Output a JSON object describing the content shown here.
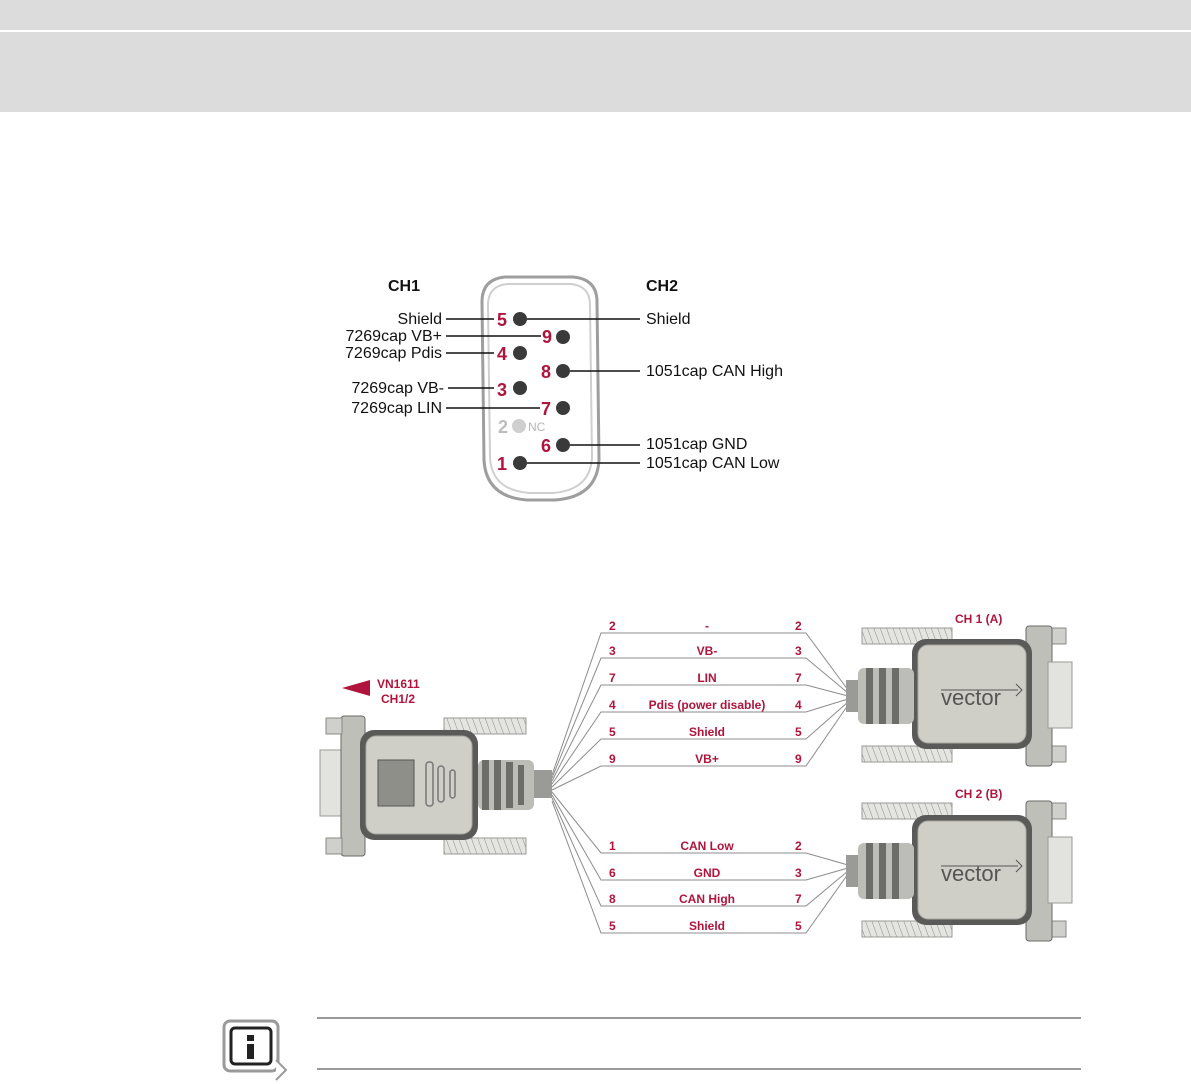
{
  "pinout": {
    "ch1_title": "CH1",
    "ch2_title": "CH2",
    "pins": [
      {
        "num": "5",
        "label": "Shield",
        "side": "left"
      },
      {
        "num": "9",
        "label": "7269cap VB+",
        "side": "left"
      },
      {
        "num": "4",
        "label": "7269cap Pdis",
        "side": "left"
      },
      {
        "num": "8",
        "label": "1051cap CAN High",
        "side": "right"
      },
      {
        "num": "3",
        "label": "7269cap VB-",
        "side": "left"
      },
      {
        "num": "7",
        "label": "7269cap LIN",
        "side": "left"
      },
      {
        "num": "2",
        "label": "NC",
        "side": "none"
      },
      {
        "num": "6",
        "label": "1051cap GND",
        "side": "right"
      },
      {
        "num": "1",
        "label": "1051cap CAN Low",
        "side": "right"
      },
      {
        "num": "5",
        "label": "Shield",
        "side": "right"
      }
    ]
  },
  "cable": {
    "source_label_line1": "VN1611",
    "source_label_line2": "CH1/2",
    "ch1_label": "CH 1 (A)",
    "ch2_label": "CH 2 (B)",
    "brand_text": "vector",
    "ch1_wires": [
      {
        "from": "2",
        "name": "-",
        "to": "2"
      },
      {
        "from": "3",
        "name": "VB-",
        "to": "3"
      },
      {
        "from": "7",
        "name": "LIN",
        "to": "7"
      },
      {
        "from": "4",
        "name": "Pdis (power disable)",
        "to": "4"
      },
      {
        "from": "5",
        "name": "Shield",
        "to": "5"
      },
      {
        "from": "9",
        "name": "VB+",
        "to": "9"
      }
    ],
    "ch2_wires": [
      {
        "from": "1",
        "name": "CAN Low",
        "to": "2"
      },
      {
        "from": "6",
        "name": "GND",
        "to": "3"
      },
      {
        "from": "8",
        "name": "CAN High",
        "to": "7"
      },
      {
        "from": "5",
        "name": "Shield",
        "to": "5"
      }
    ]
  },
  "colors": {
    "accent": "#b0143c",
    "band": "#dcdcdc",
    "connector": "#c9c9c2",
    "shell": "#555555"
  },
  "info_icon": "info-icon"
}
